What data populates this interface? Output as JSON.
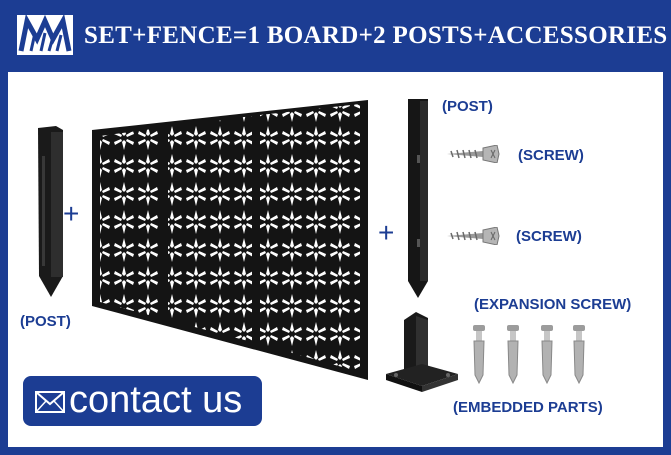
{
  "header": {
    "title": "SET+FENCE=1 BOARD+2 POSTS+ACCESSORIES",
    "logo": "M"
  },
  "labels": {
    "post_left": "(POST)",
    "post_right": "(POST)",
    "screw_top": "(SCREW)",
    "screw_bottom": "(SCREW)",
    "expansion_screw": "(EXPANSION SCREW)",
    "embedded_parts": "(EMBEDDED PARTS)"
  },
  "plus_signs": [
    "+",
    "+"
  ],
  "contact": {
    "label": "contact us",
    "icon": "envelope-icon"
  },
  "colors": {
    "brand_blue": "#1c3d93",
    "background": "#ffffff",
    "fence_black": "#141414"
  }
}
